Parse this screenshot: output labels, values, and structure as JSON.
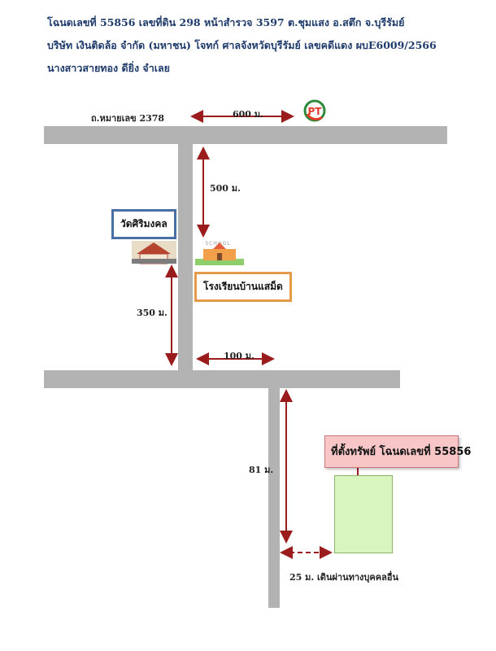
{
  "header": {
    "line1": "โฉนดเลขที่ 55856 เลขที่ดิน 298 หน้าสำรวจ 3597 ต.ชุมแสง อ.สตึก จ.บุรีรัมย์",
    "line2": "บริษัท เงินติดล้อ จำกัด (มหาชน) โจทก์  ศาลจังหวัดบุรีรัมย์ เลขคดีแดง ผบE6009/2566",
    "line3": "นางสาวสายทอง ดียิ่ง จำเลย"
  },
  "map": {
    "road_label": "ถ.หมายเลข 2378",
    "dist_600": "600 ม.",
    "dist_500": "500 ม.",
    "dist_350": "350 ม.",
    "dist_100": "100 ม.",
    "dist_81": "81 ม.",
    "dist_25": "25 ม. เดินผ่านทางบุคคลอื่น",
    "temple_label": "วัดศิริมงคล",
    "school_label": "โรงเรียนบ้านแสม็ด",
    "school_sign": "SCHOOL",
    "property_label": "ที่ตั้งทรัพย์ โฉนดเลขที่ 55856",
    "gas_logo": "PT"
  },
  "colors": {
    "road": "#b3b3b3",
    "arrow": "#9b1c1c",
    "temple_box_border": "#4a6fa5",
    "school_box_border": "#e59a4a",
    "property_fill": "#f8c6c6",
    "plot_fill": "#d8f5c0"
  }
}
